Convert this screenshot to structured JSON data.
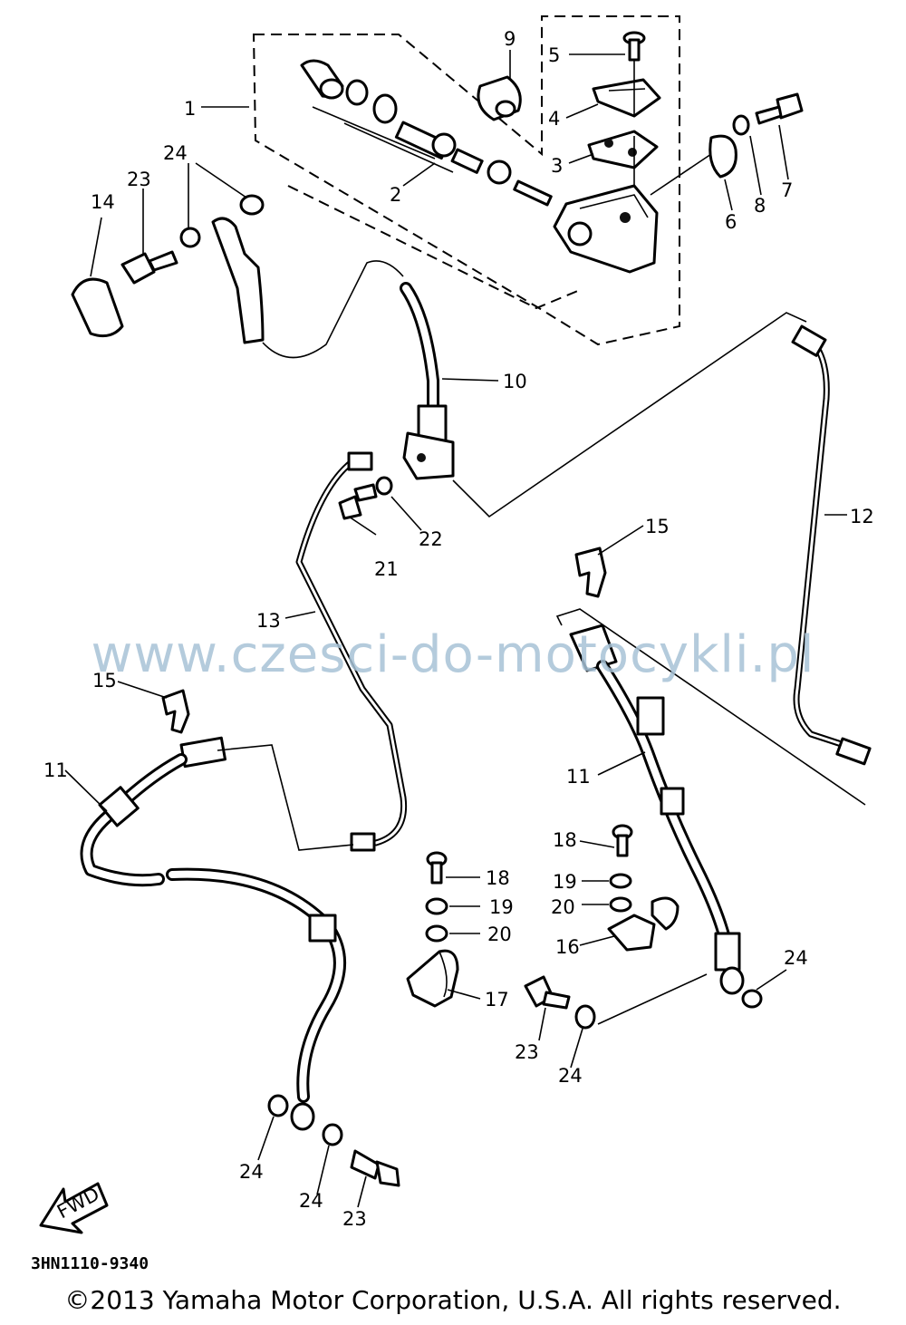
{
  "diagram": {
    "labels": {
      "l1": "1",
      "l2": "2",
      "l3": "3",
      "l4": "4",
      "l5": "5",
      "l6": "6",
      "l7": "7",
      "l8": "8",
      "l9": "9",
      "l10": "10",
      "l11a": "11",
      "l11b": "11",
      "l12": "12",
      "l13": "13",
      "l14": "14",
      "l15a": "15",
      "l15b": "15",
      "l16": "16",
      "l17": "17",
      "l18a": "18",
      "l18b": "18",
      "l19a": "19",
      "l19b": "19",
      "l20a": "20",
      "l20b": "20",
      "l21": "21",
      "l22": "22",
      "l23a": "23",
      "l23b": "23",
      "l23c": "23",
      "l24a": "24",
      "l24b": "24",
      "l24c": "24",
      "l24d": "24",
      "l24e": "24"
    },
    "fwd_text": "FWD",
    "diagram_code": "3HN1110-9340"
  },
  "watermark": "www.czesci-do-motocykli.pl",
  "copyright": "©2013 Yamaha Motor Corporation, U.S.A. All rights reserved.",
  "colors": {
    "watermark": "#a7c2d6",
    "ink": "#000000",
    "background": "#ffffff"
  }
}
